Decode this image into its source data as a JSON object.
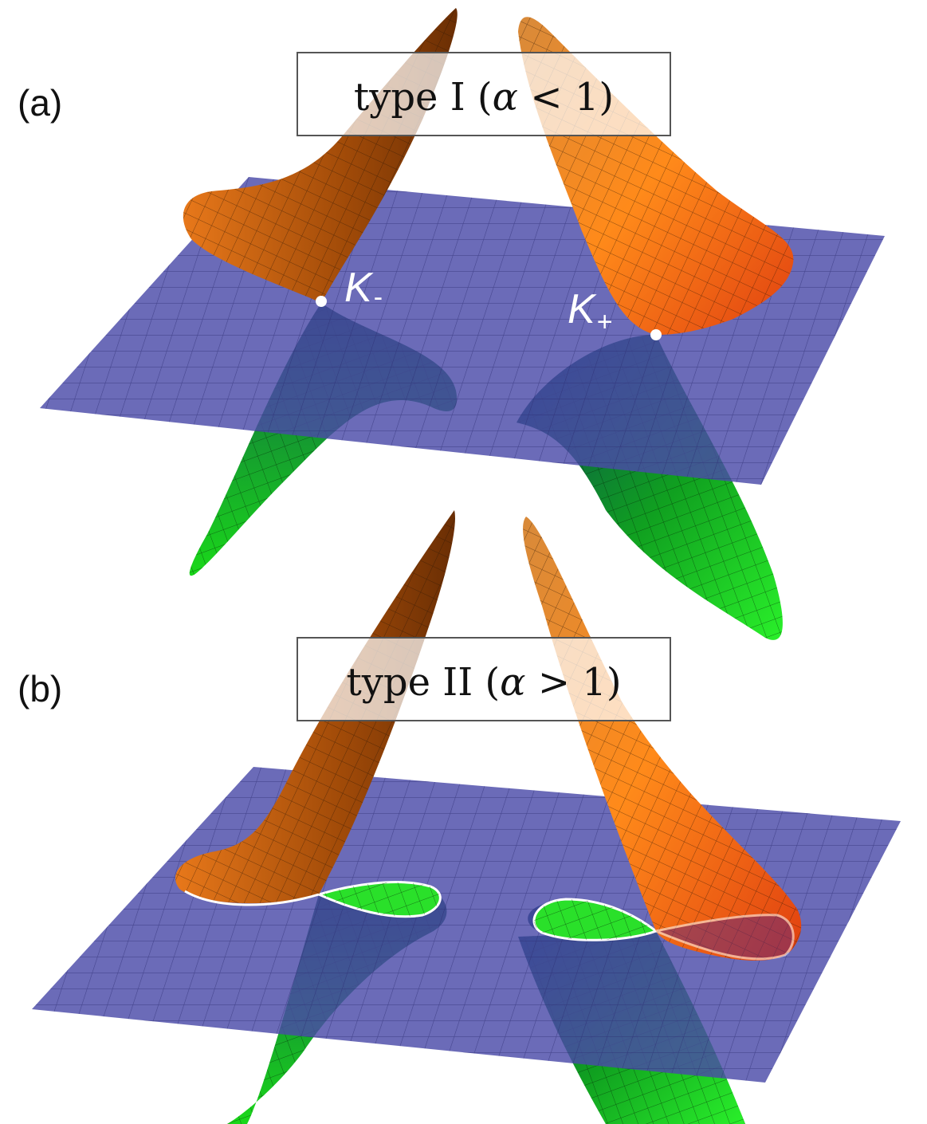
{
  "panels": [
    {
      "letter": "(a)",
      "title_pre": "type I (",
      "alpha": "α",
      "title_post": " < 1)",
      "points": [
        {
          "label": "K",
          "sub": "-"
        },
        {
          "label": "K",
          "sub": "+"
        }
      ]
    },
    {
      "letter": "(b)",
      "title_pre": "type II (",
      "alpha": "α",
      "title_post": " > 1)"
    }
  ],
  "colors": {
    "plane": "#4a4aa8",
    "upper_band": "#ff7a10",
    "upper_band_dark": "#8a3a05",
    "lower_band": "#20e020",
    "lower_band_dark": "#0a5a0a",
    "node_point": "#ffffff"
  }
}
